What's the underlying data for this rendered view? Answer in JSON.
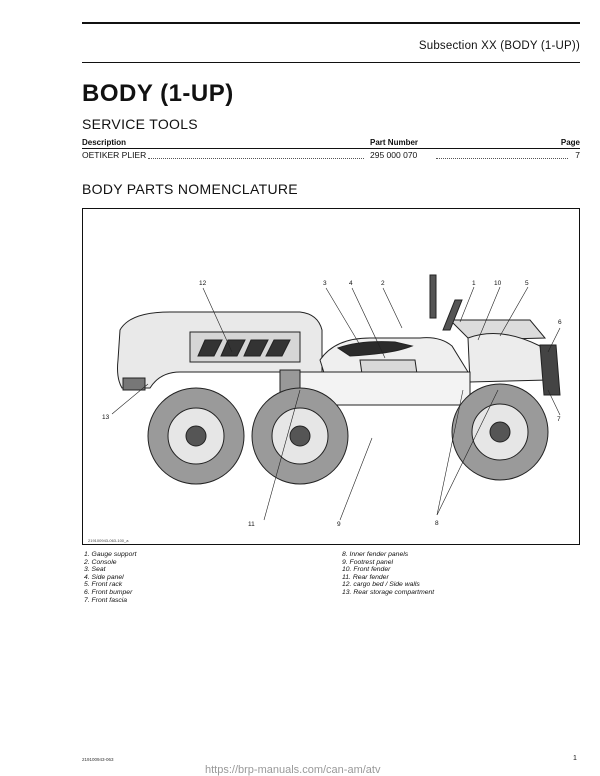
{
  "header": {
    "subsection": "Subsection XX (BODY (1-UP))"
  },
  "title": "BODY (1-UP)",
  "service_tools": {
    "heading": "SERVICE TOOLS",
    "columns": {
      "description": "Description",
      "part_number": "Part Number",
      "page": "Page"
    },
    "rows": [
      {
        "description": "OETIKER PLIER",
        "part_number": "295 000 070",
        "page": "7"
      }
    ]
  },
  "nomenclature": {
    "heading": "BODY PARTS NOMENCLATURE",
    "figure_code": "219100943-063-100_a",
    "callouts": [
      "1",
      "2",
      "3",
      "4",
      "5",
      "6",
      "7",
      "8",
      "9",
      "10",
      "11",
      "12",
      "13"
    ],
    "legend_left": [
      "1.  Gauge support",
      "2.  Console",
      "3.  Seat",
      "4.  Side panel",
      "5.  Front rack",
      "6.  Front bumper",
      "7.  Front fascia"
    ],
    "legend_right": [
      "8.  Inner fender panels",
      "9.  Footrest panel",
      "10. Front fender",
      "11. Rear fender",
      "12. cargo bed / Side walls",
      "13. Rear storage compartment"
    ]
  },
  "footer": {
    "doc_code": "219100943-063",
    "page": "1",
    "url": "https://brp-manuals.com/can-am/atv"
  }
}
